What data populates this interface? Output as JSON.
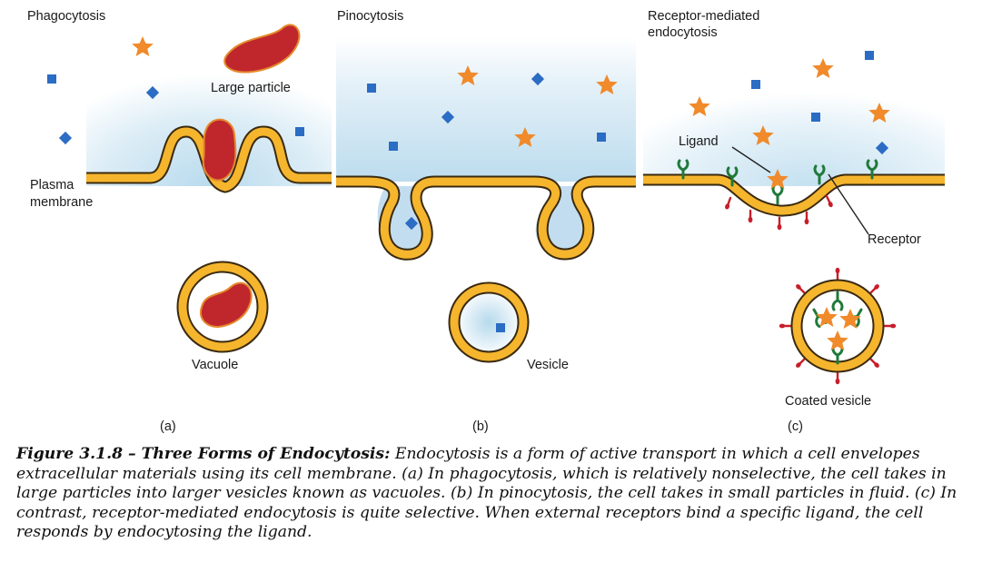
{
  "panels": [
    {
      "title": "Phagocytosis",
      "letter": "(a)"
    },
    {
      "title": "Pinocytosis",
      "letter": "(b)"
    },
    {
      "title_line1": "Receptor-mediated",
      "title_line2": "endocytosis",
      "letter": "(c)"
    }
  ],
  "labels": {
    "large_particle": "Large particle",
    "plasma_line1": "Plasma",
    "plasma_line2": "membrane",
    "vacuole": "Vacuole",
    "vesicle": "Vesicle",
    "ligand": "Ligand",
    "receptor": "Receptor",
    "coated_vesicle": "Coated vesicle"
  },
  "caption": {
    "title": "Figure 3.1.8 – Three Forms of Endocytosis:",
    "body": " Endocytosis is a form of active transport in which a cell envelopes extracellular materials using its cell membrane. (a) In phagocytosis, which is relatively nonselective, the cell takes in large particles into larger vesicles known as vacuoles. (b) In pinocytosis, the cell takes in small particles in fluid. (c) In contrast, receptor-mediated endocytosis is quite selective. When external receptors bind a specific ligand, the cell responds by endocytosing the ligand."
  },
  "colors": {
    "membrane_fill": "#f5b52d",
    "membrane_outline": "#3a2a10",
    "particle": "#c0272d",
    "particle_outline": "#e58a2c",
    "star": "#f08a2a",
    "square": "#2b6cc4",
    "receptor": "#1f7a3a",
    "coat_protein": "#c81e2a",
    "fluid": "#cfe6f2"
  }
}
